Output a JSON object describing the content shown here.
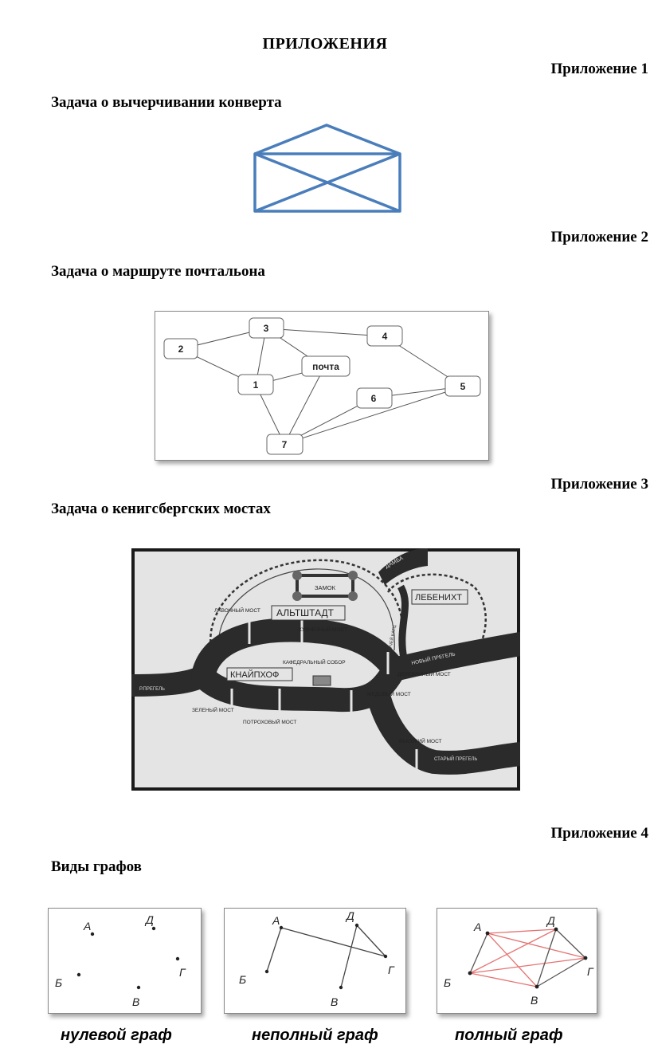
{
  "heading": "ПРИЛОЖЕНИЯ",
  "appendices": [
    {
      "label": "Приложение 1",
      "task": "Задача о вычерчивании конверта"
    },
    {
      "label": "Приложение 2",
      "task": "Задача о маршруте почтальона"
    },
    {
      "label": "Приложение 3",
      "task": "Задача о кенигсбергских мостах"
    },
    {
      "label": "Приложение 4",
      "task": "Виды графов"
    }
  ],
  "postman_graph": {
    "nodes": [
      "1",
      "2",
      "3",
      "4",
      "5",
      "6",
      "7",
      "почта"
    ]
  },
  "map": {
    "labels": {
      "castle": "ЗАМОК",
      "altstadt": "АЛЬТШТАДТ",
      "lebenicht": "ЛЕБЕНИХТ",
      "kneiphof": "КНАЙПХОФ",
      "cathedral": "КАФЕДРАЛЬНЫЙ СОБОР",
      "dam": "ДАМБА",
      "shop_bridge": "ЛАВОЧНЫЙ МОСТ",
      "smith_bridge": "КУЗНЕЧНЫЙ МОСТ",
      "wood_bridge": "ДЕРЕВЯННЫЙ МОСТ",
      "honey_bridge": "МЕДОВЫЙ МОСТ",
      "green_bridge": "ЗЕЛЕНЫЙ МОСТ",
      "trade_bridge": "ПОТРОХОВЫЙ МОСТ",
      "high_bridge": "ВЫСОКИЙ МОСТ",
      "new_pregel": "НОВЫЙ ПРЕГЕЛЬ",
      "old_pregel": "СТАРЫЙ ПРЕГЕЛЬ",
      "pregel": "Р.ПРЕГЕЛЬ",
      "stream": "РУЧЕЙ КАТЦ"
    }
  },
  "graph_vertices": [
    "А",
    "Д",
    "Г",
    "Б",
    "В"
  ],
  "captions": [
    "нулевой граф",
    "неполный граф",
    "полный граф"
  ],
  "colors": {
    "envelope": "#4a7ebb",
    "complete_graph_edges": "#e57373",
    "river": "#2b2b2b"
  }
}
